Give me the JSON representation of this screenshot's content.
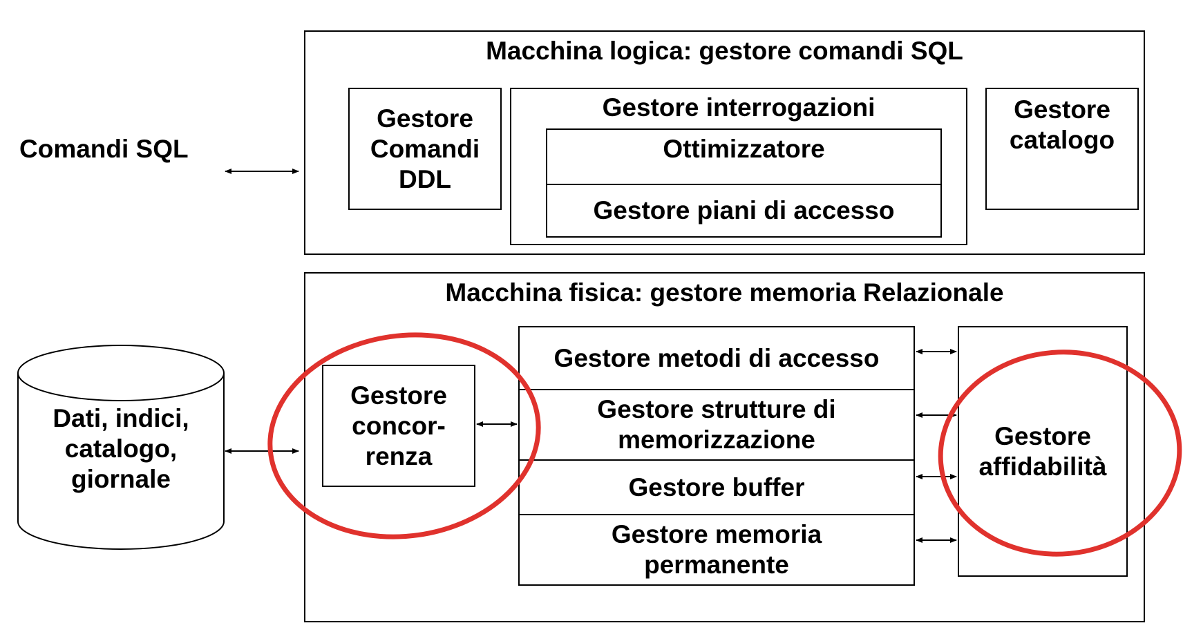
{
  "left_label": "Comandi SQL",
  "database": {
    "label": "Dati, indici,\ncatalogo,\ngiornale"
  },
  "logical_machine": {
    "title": "Macchina logica: gestore comandi SQL",
    "ddl_manager": "Gestore\nComandi\nDDL",
    "query_manager": {
      "title": "Gestore interrogazioni",
      "optimizer": "Ottimizzatore",
      "access_plans": "Gestore piani di accesso"
    },
    "catalog_manager": "Gestore\ncatalogo"
  },
  "physical_machine": {
    "title": "Macchina fisica: gestore memoria Relazionale",
    "concurrency_manager": "Gestore\nconcor-\nrenza",
    "stack": [
      "Gestore metodi di accesso",
      "Gestore strutture di\nmemorizzazione",
      "Gestore buffer",
      "Gestore memoria\npermanente"
    ],
    "reliability_manager": "Gestore\naffidabilità"
  },
  "colors": {
    "highlight": "#e0322d",
    "line": "#000000"
  }
}
